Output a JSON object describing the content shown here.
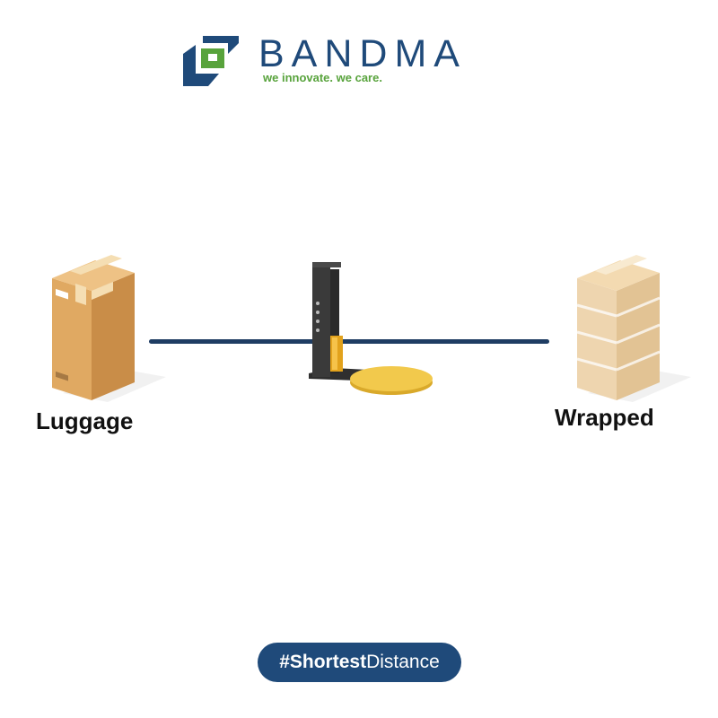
{
  "brand": {
    "name": "BANDMA",
    "tagline": "we innovate. we care.",
    "logo_icon": "bandma-logo-icon",
    "colors": {
      "navy": "#1f4a7a",
      "green": "#58a33c",
      "line": "#1f3d63"
    }
  },
  "flow": {
    "start_label": "Luggage",
    "end_label": "Wrapped",
    "start_icon": "cardboard-box-icon",
    "machine_icon": "stretch-wrapping-machine-icon",
    "end_icon": "wrapped-box-icon"
  },
  "hashtag": {
    "prefix": "#",
    "bold": "Shortest",
    "regular": "Distance"
  }
}
